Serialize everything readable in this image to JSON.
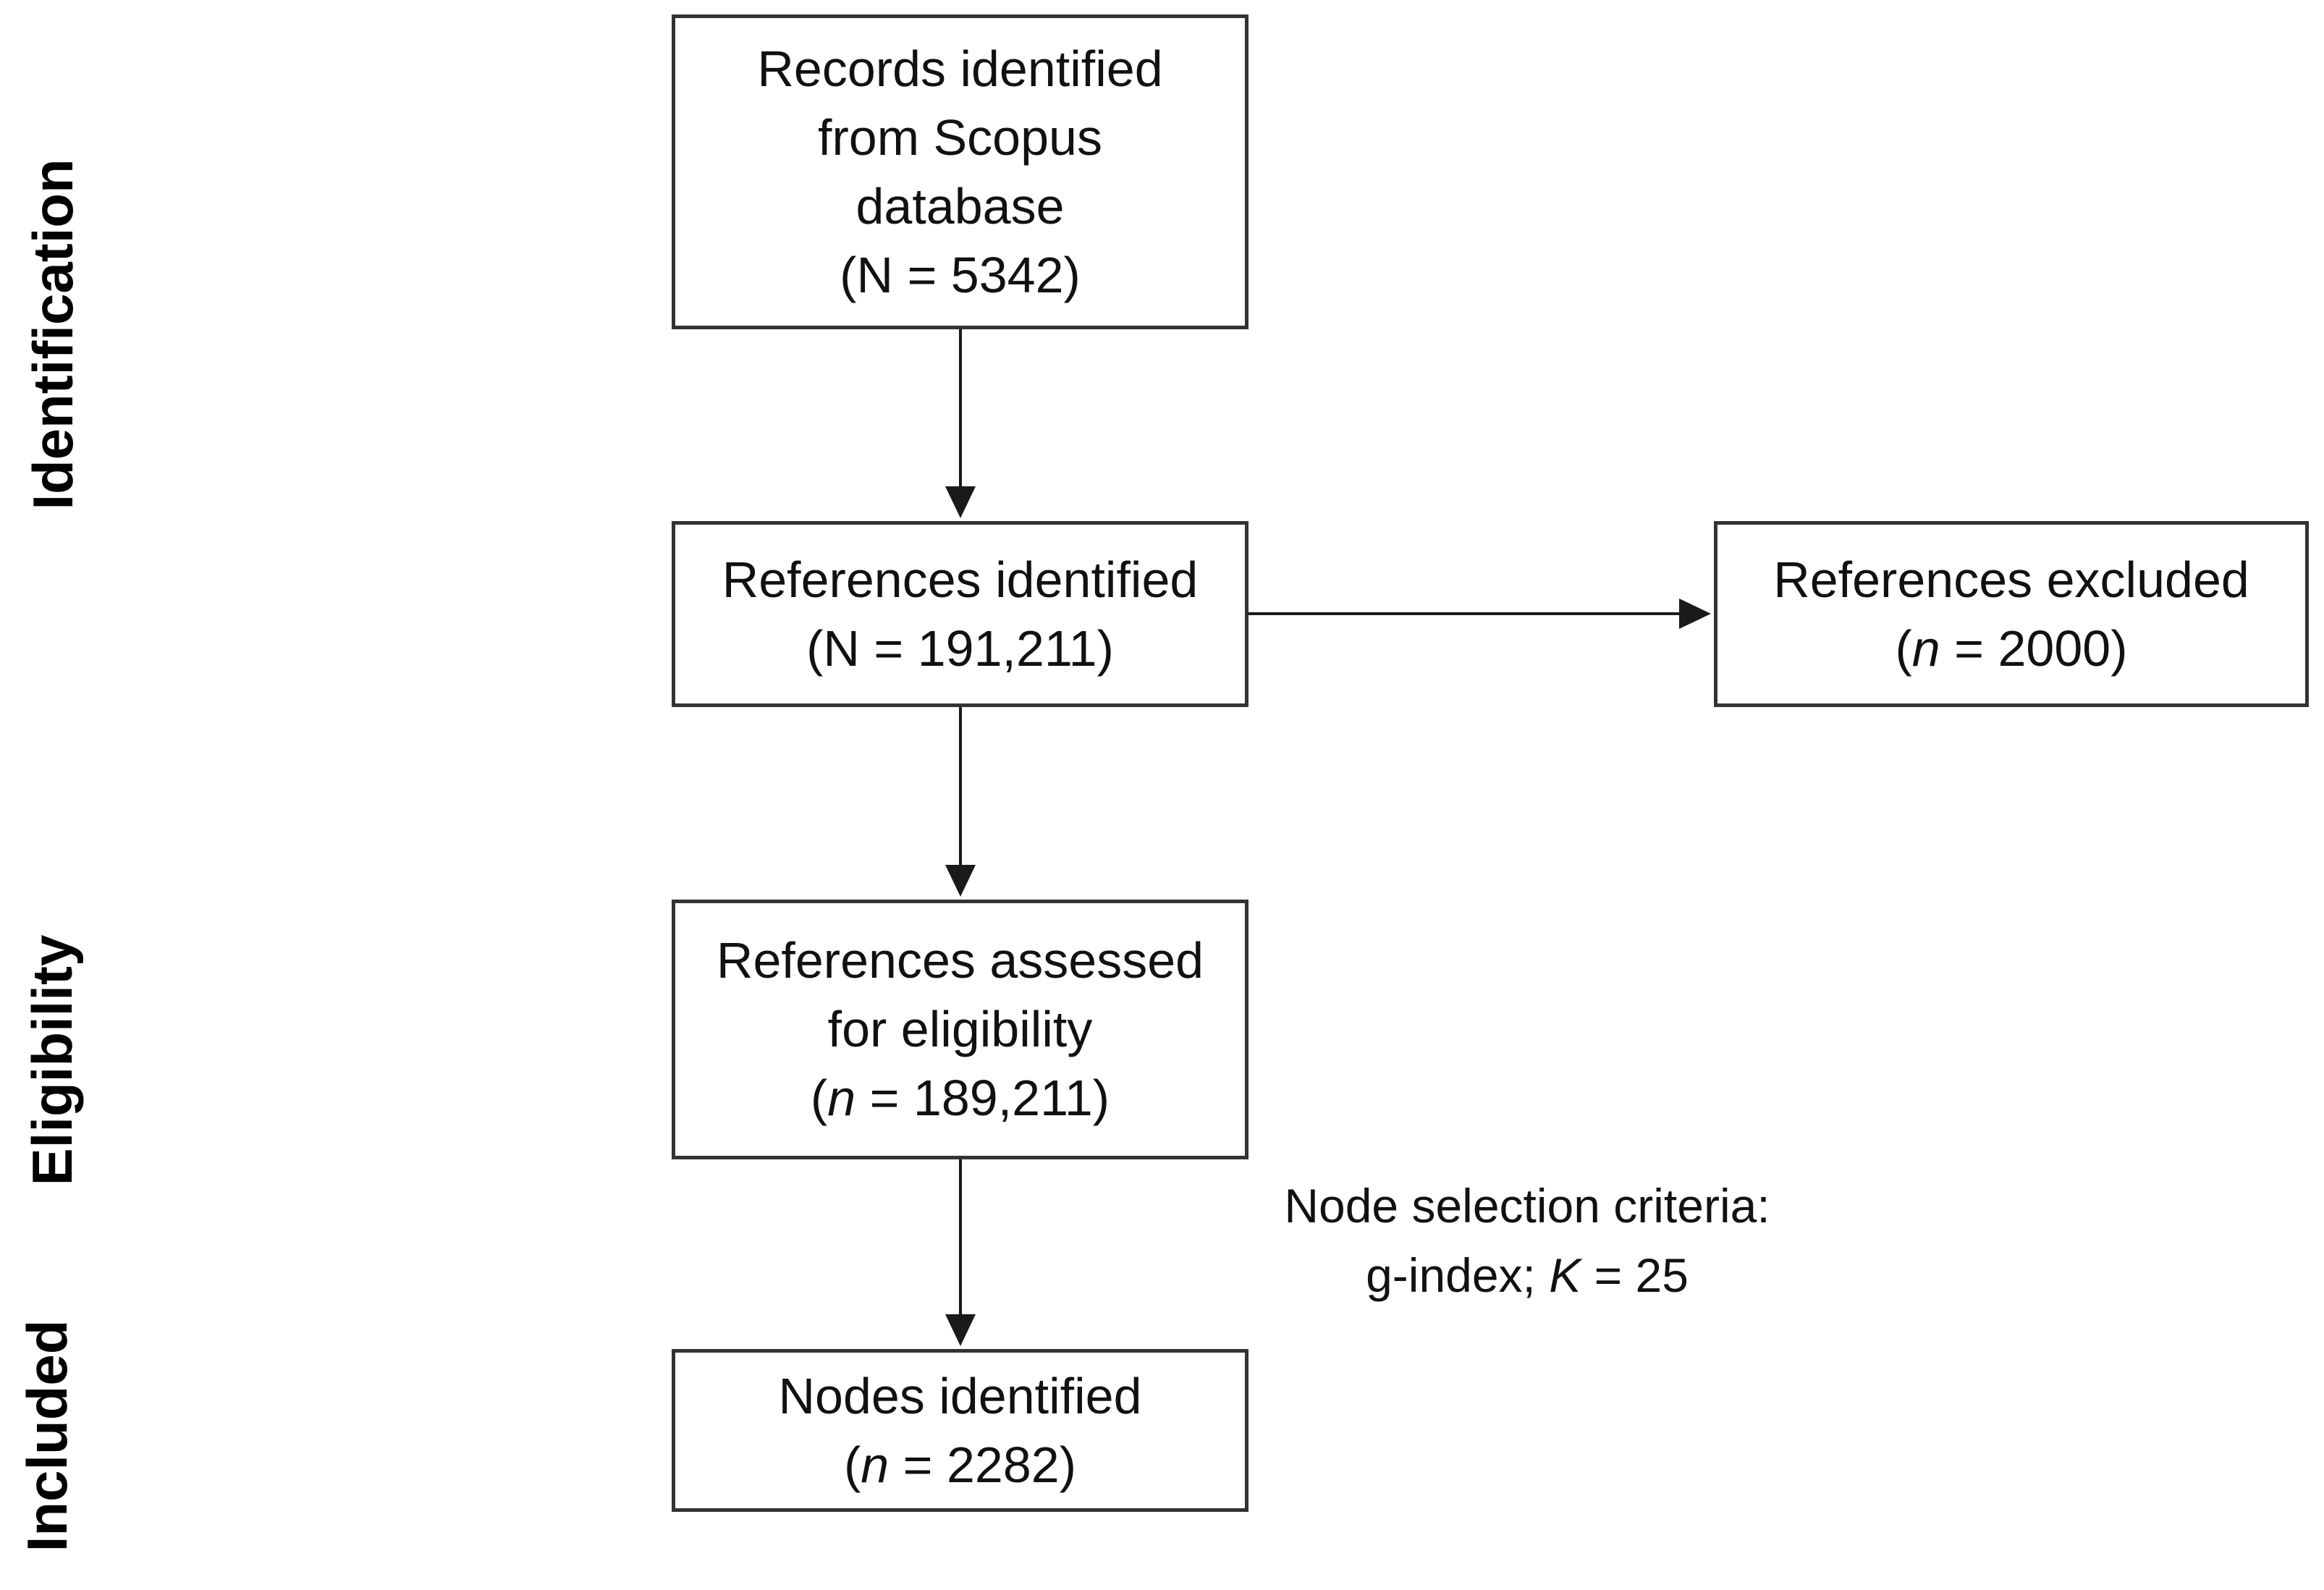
{
  "theme": {
    "ink": "#111111",
    "line_color": "#333333",
    "background": "#ffffff"
  },
  "stages": {
    "identification": "Identification",
    "eligibility": "Eligibility",
    "included": "Included"
  },
  "boxes": {
    "records": {
      "lines": [
        "Records identified",
        "from Scopus",
        "database"
      ],
      "value": {
        "pre": "(",
        "sym": "N",
        "rest": " = 5342)"
      }
    },
    "identified": {
      "lines": [
        "References identified"
      ],
      "value": {
        "pre": "(",
        "sym": "N",
        "rest": " = 191,211)"
      }
    },
    "excluded": {
      "lines": [
        "References excluded"
      ],
      "value": {
        "pre": "(",
        "sym": "n",
        "rest": " = 2000)"
      }
    },
    "assessed": {
      "lines": [
        "References assessed",
        "for eligibility"
      ],
      "value": {
        "pre": "(",
        "sym": "n",
        "rest": " = 189,211)"
      }
    },
    "nodes": {
      "lines": [
        "Nodes identified"
      ],
      "value": {
        "pre": "(",
        "sym": "n",
        "rest": " = 2282)"
      }
    }
  },
  "annotation": {
    "line1": "Node selection criteria:",
    "line2": {
      "pre": "g-index; ",
      "sym": "K",
      "rest": " = 25"
    }
  }
}
